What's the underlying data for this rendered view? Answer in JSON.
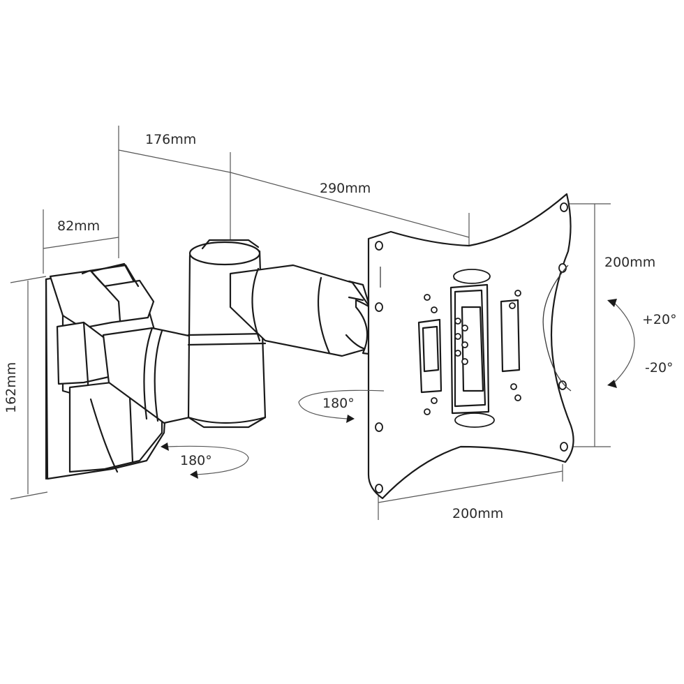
{
  "dimensions": {
    "wall_plate_depth": "82mm",
    "first_arm_length": "176mm",
    "second_arm_length": "290mm",
    "wall_plate_height": "162mm",
    "vesa_height": "200mm",
    "vesa_width": "200mm"
  },
  "rotations": {
    "tilt_up": "+20°",
    "tilt_down": "-20°",
    "swivel_head": "180°",
    "swivel_arm": "180°"
  },
  "colors": {
    "line": "#1a1a1a",
    "dimension_line": "#555555",
    "background": "#ffffff"
  }
}
